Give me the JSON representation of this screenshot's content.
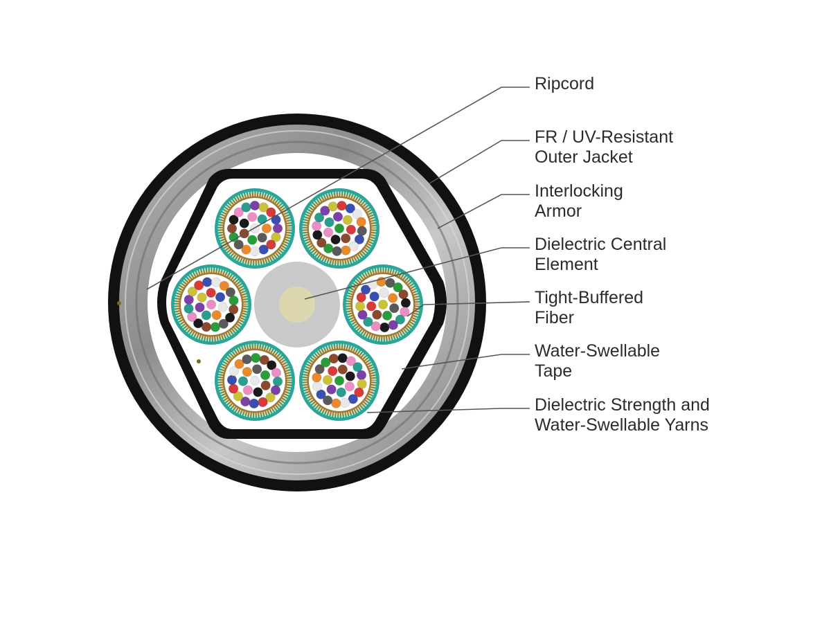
{
  "callouts": [
    {
      "id": "ripcord",
      "lines": [
        "Ripcord"
      ]
    },
    {
      "id": "outer-jacket",
      "lines": [
        "FR / UV-Resistant",
        "Outer Jacket"
      ]
    },
    {
      "id": "armor",
      "lines": [
        "Interlocking",
        "Armor"
      ]
    },
    {
      "id": "central-element",
      "lines": [
        "Dielectric Central",
        "Element"
      ]
    },
    {
      "id": "tight-buffered-fiber",
      "lines": [
        "Tight-Buffered",
        "Fiber"
      ]
    },
    {
      "id": "water-swellable-tape",
      "lines": [
        "Water-Swellable",
        "Tape"
      ]
    },
    {
      "id": "strength-yarns",
      "lines": [
        "Dielectric Strength and",
        "Water-Swellable Yarns"
      ]
    }
  ],
  "fiber_colors": [
    "#e8e8e8",
    "#1a1a1a",
    "#d63a3a",
    "#2a9d3a",
    "#7d3fa8",
    "#e98a2e",
    "#e98fc3",
    "#3a4fb0",
    "#8a4a2f",
    "#c9c23a",
    "#5a5a5a",
    "#2a9d8f"
  ],
  "colors": {
    "jacket": "#111111",
    "armor": "#9a9a9a",
    "subunit_ring": "#2aa597",
    "yarn_ring": "#9a7b3a",
    "central_element": "#c9c9c9",
    "central_core": "#ddd7b0",
    "leader_line": "#555555"
  }
}
